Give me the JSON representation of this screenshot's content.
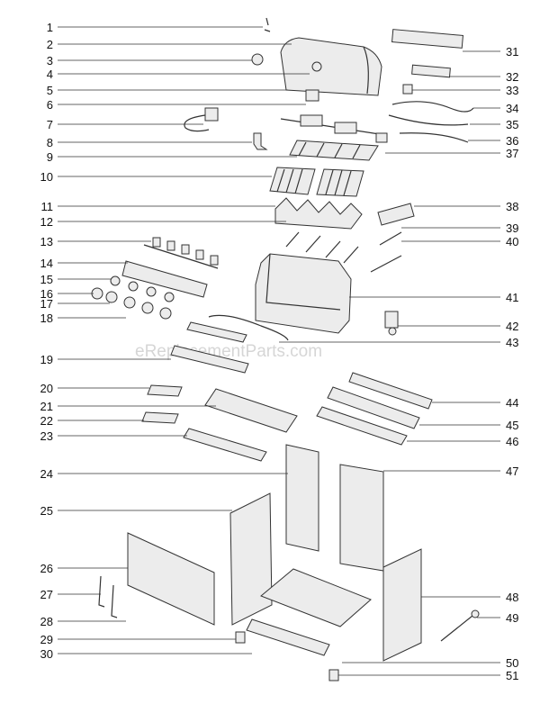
{
  "watermark": "eReplacementParts.com",
  "callouts": [
    {
      "n": "1",
      "side": "left"
    },
    {
      "n": "2",
      "side": "left"
    },
    {
      "n": "3",
      "side": "left"
    },
    {
      "n": "4",
      "side": "left"
    },
    {
      "n": "5",
      "side": "left"
    },
    {
      "n": "6",
      "side": "left"
    },
    {
      "n": "7",
      "side": "left"
    },
    {
      "n": "8",
      "side": "left"
    },
    {
      "n": "9",
      "side": "left"
    },
    {
      "n": "10",
      "side": "left"
    },
    {
      "n": "11",
      "side": "left"
    },
    {
      "n": "12",
      "side": "left"
    },
    {
      "n": "13",
      "side": "left"
    },
    {
      "n": "14",
      "side": "left"
    },
    {
      "n": "15",
      "side": "left"
    },
    {
      "n": "16",
      "side": "left"
    },
    {
      "n": "17",
      "side": "left"
    },
    {
      "n": "18",
      "side": "left"
    },
    {
      "n": "19",
      "side": "left"
    },
    {
      "n": "20",
      "side": "left"
    },
    {
      "n": "21",
      "side": "left"
    },
    {
      "n": "22",
      "side": "left"
    },
    {
      "n": "23",
      "side": "left"
    },
    {
      "n": "24",
      "side": "left"
    },
    {
      "n": "25",
      "side": "left"
    },
    {
      "n": "26",
      "side": "left"
    },
    {
      "n": "27",
      "side": "left"
    },
    {
      "n": "28",
      "side": "left"
    },
    {
      "n": "29",
      "side": "left"
    },
    {
      "n": "30",
      "side": "left"
    },
    {
      "n": "31",
      "side": "right"
    },
    {
      "n": "32",
      "side": "right"
    },
    {
      "n": "33",
      "side": "right"
    },
    {
      "n": "34",
      "side": "right"
    },
    {
      "n": "35",
      "side": "right"
    },
    {
      "n": "36",
      "side": "right"
    },
    {
      "n": "37",
      "side": "right"
    },
    {
      "n": "38",
      "side": "right"
    },
    {
      "n": "39",
      "side": "right"
    },
    {
      "n": "40",
      "side": "right"
    },
    {
      "n": "41",
      "side": "right"
    },
    {
      "n": "42",
      "side": "right"
    },
    {
      "n": "43",
      "side": "right"
    },
    {
      "n": "44",
      "side": "right"
    },
    {
      "n": "45",
      "side": "right"
    },
    {
      "n": "46",
      "side": "right"
    },
    {
      "n": "47",
      "side": "right"
    },
    {
      "n": "48",
      "side": "right"
    },
    {
      "n": "49",
      "side": "right"
    },
    {
      "n": "50",
      "side": "right"
    },
    {
      "n": "51",
      "side": "right"
    }
  ]
}
